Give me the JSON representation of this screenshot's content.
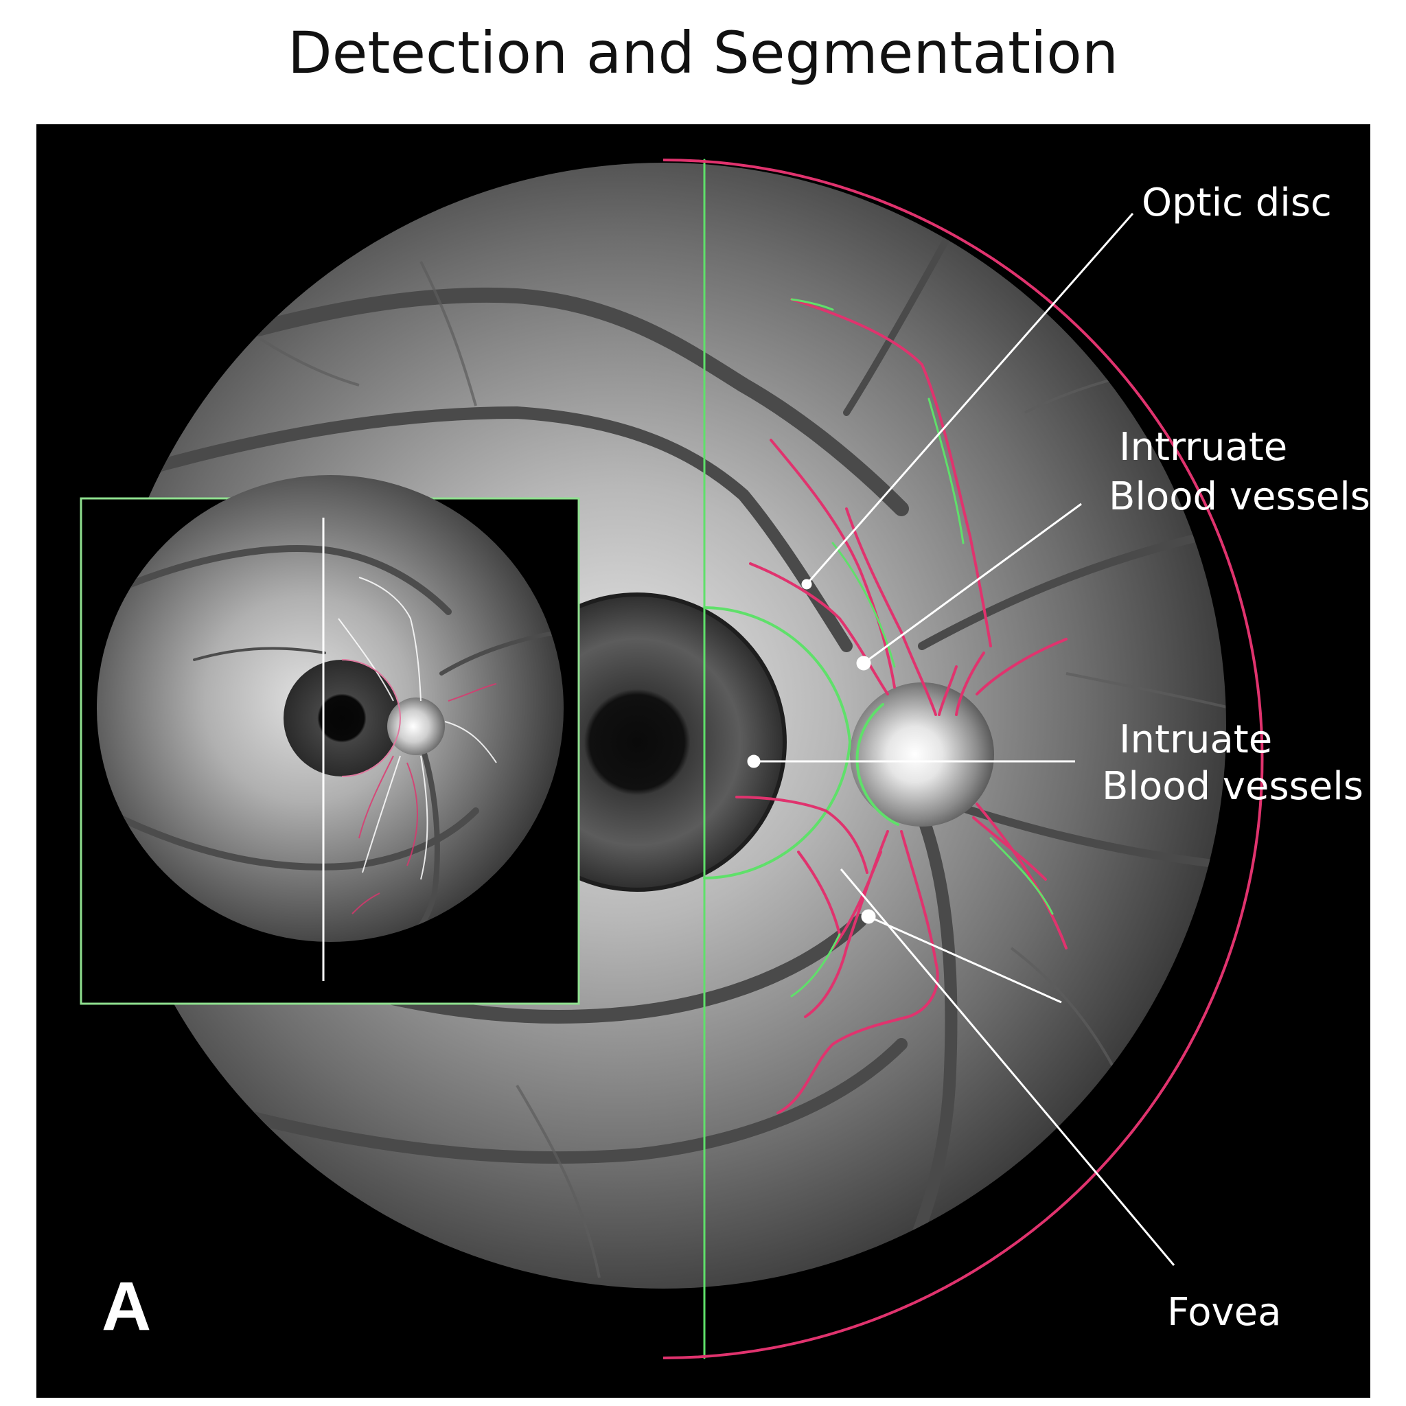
{
  "title": "Detection and Segmentation",
  "panel_letter": "A",
  "labels": {
    "optic_disc": "Optic disc",
    "vessels_upper_line1": "Intrruate",
    "vessels_upper_line2": "Blood vessels",
    "vessels_lower_line1": "Intruate",
    "vessels_lower_line2": "Blood vessels",
    "fovea": "Fovea"
  },
  "colors": {
    "segmentation_pink": "#e0336e",
    "segmentation_green": "#5fe06a",
    "annotation_line": "#ffffff"
  }
}
